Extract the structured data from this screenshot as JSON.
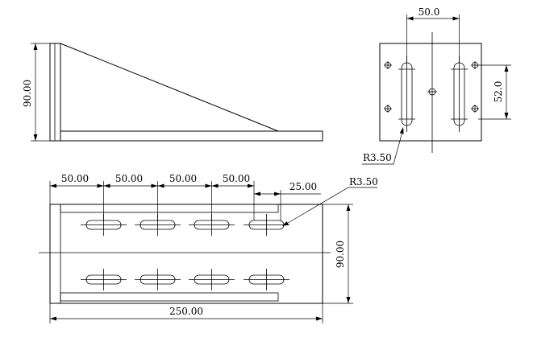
{
  "side_view": {
    "height_label": "90.00"
  },
  "end_view": {
    "width_label": "50.0",
    "height_label": "52.0",
    "radius_label": "R3.50"
  },
  "plan_view": {
    "pitch_labels": [
      "50.00",
      "50.00",
      "50.00",
      "50.00"
    ],
    "offset_label": "25.00",
    "radius_label": "R3.50",
    "height_label": "90.00",
    "length_label": "250.00"
  }
}
